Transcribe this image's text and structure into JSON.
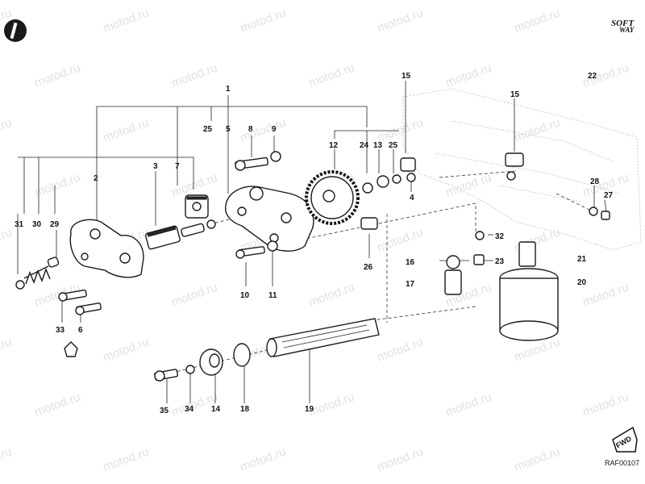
{
  "watermark": "motod.ru",
  "brand": {
    "line1": "SOFT",
    "line2": "WAY"
  },
  "fwd_label": "FWD",
  "ref_code": "RAF00107",
  "callouts": {
    "c1": "1",
    "c2": "2",
    "c3": "3",
    "c4": "4",
    "c5": "5",
    "c6": "6",
    "c7": "7",
    "c8": "8",
    "c9": "9",
    "c10": "10",
    "c11": "11",
    "c12": "12",
    "c13": "13",
    "c14": "14",
    "c15a": "15",
    "c15b": "15",
    "c16": "16",
    "c17": "17",
    "c18": "18",
    "c19": "19",
    "c20": "20",
    "c21": "21",
    "c22": "22",
    "c23": "23",
    "c24": "24",
    "c25a": "25",
    "c25b": "25",
    "c26": "26",
    "c27": "27",
    "c28": "28",
    "c29": "29",
    "c30": "30",
    "c31": "31",
    "c32": "32",
    "c33": "33",
    "c34": "34",
    "c35": "35"
  }
}
